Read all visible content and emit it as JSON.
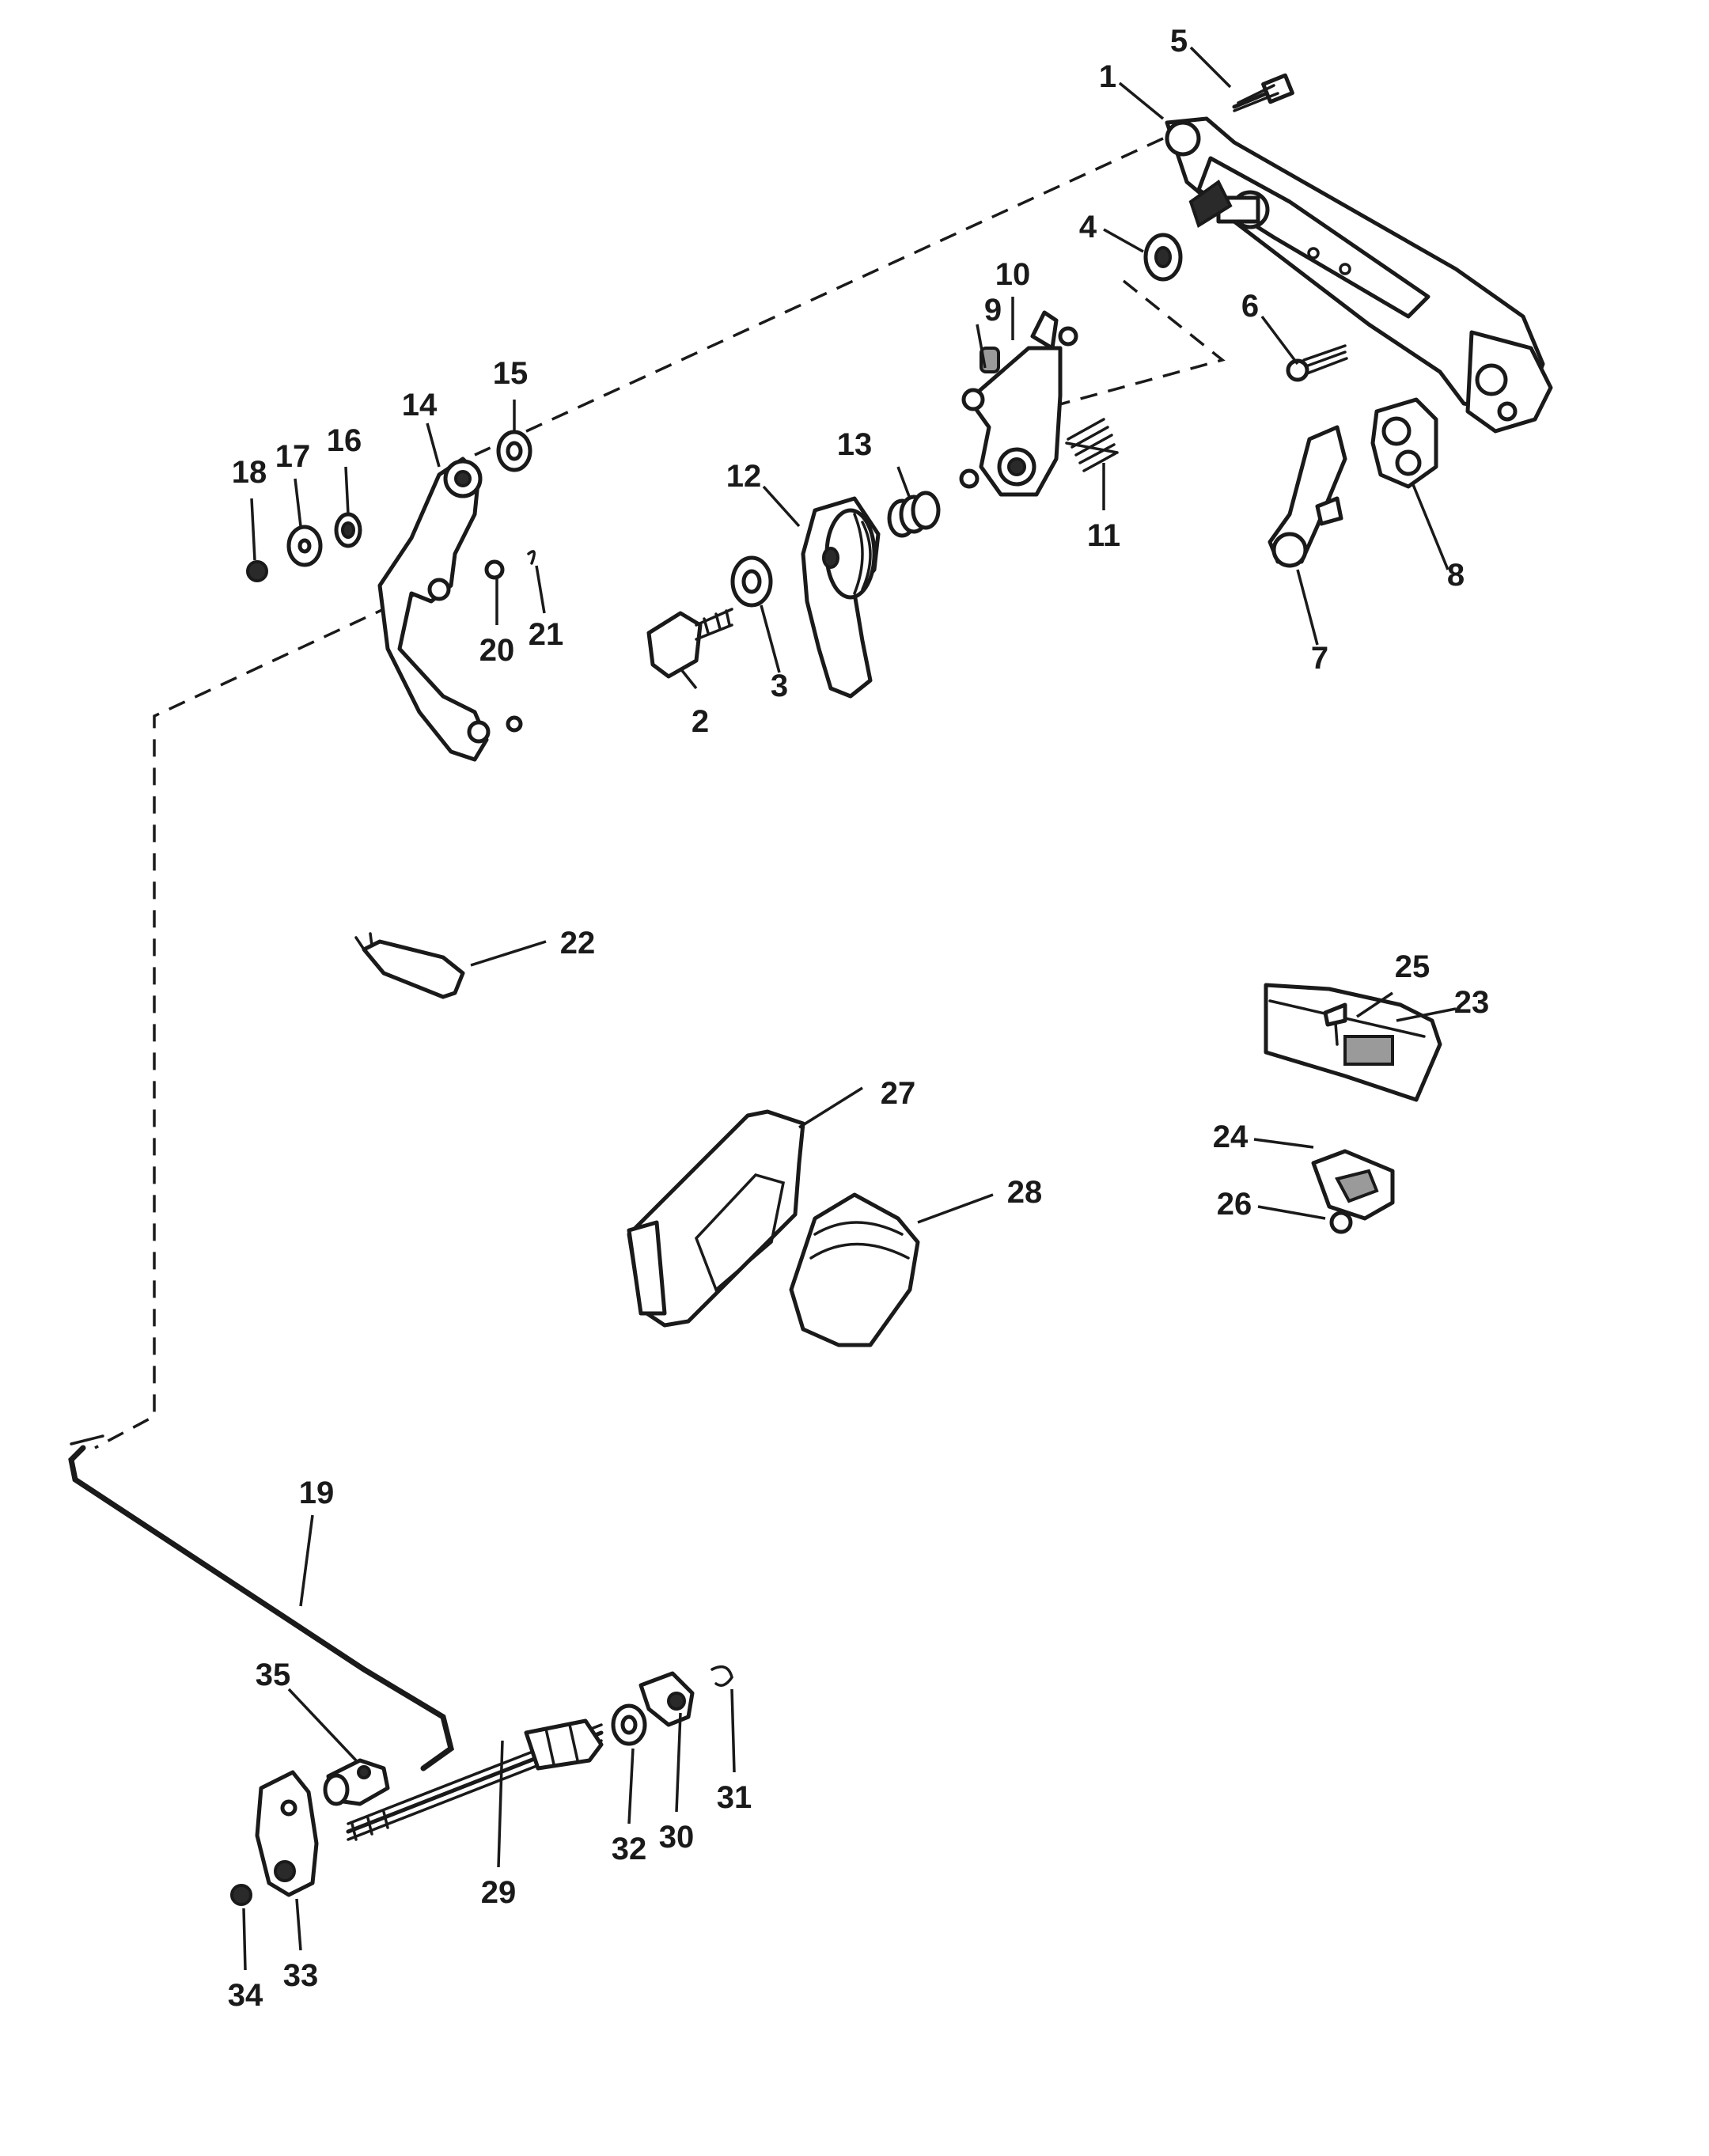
{
  "callouts": [
    {
      "id": "1",
      "label": "1"
    },
    {
      "id": "2",
      "label": "2"
    },
    {
      "id": "3",
      "label": "3"
    },
    {
      "id": "4",
      "label": "4"
    },
    {
      "id": "5",
      "label": "5"
    },
    {
      "id": "6",
      "label": "6"
    },
    {
      "id": "7",
      "label": "7"
    },
    {
      "id": "8",
      "label": "8"
    },
    {
      "id": "9",
      "label": "9"
    },
    {
      "id": "10",
      "label": "10"
    },
    {
      "id": "11",
      "label": "11"
    },
    {
      "id": "12",
      "label": "12"
    },
    {
      "id": "13",
      "label": "13"
    },
    {
      "id": "14",
      "label": "14"
    },
    {
      "id": "15",
      "label": "15"
    },
    {
      "id": "16",
      "label": "16"
    },
    {
      "id": "17",
      "label": "17"
    },
    {
      "id": "18",
      "label": "18"
    },
    {
      "id": "19",
      "label": "19"
    },
    {
      "id": "20",
      "label": "20"
    },
    {
      "id": "21",
      "label": "21"
    },
    {
      "id": "22",
      "label": "22"
    },
    {
      "id": "23",
      "label": "23"
    },
    {
      "id": "24",
      "label": "24"
    },
    {
      "id": "25",
      "label": "25"
    },
    {
      "id": "26",
      "label": "26"
    },
    {
      "id": "27",
      "label": "27"
    },
    {
      "id": "28",
      "label": "28"
    },
    {
      "id": "29",
      "label": "29"
    },
    {
      "id": "30",
      "label": "30"
    },
    {
      "id": "31",
      "label": "31"
    },
    {
      "id": "32",
      "label": "32"
    },
    {
      "id": "33",
      "label": "33"
    },
    {
      "id": "34",
      "label": "34"
    },
    {
      "id": "35",
      "label": "35"
    }
  ]
}
